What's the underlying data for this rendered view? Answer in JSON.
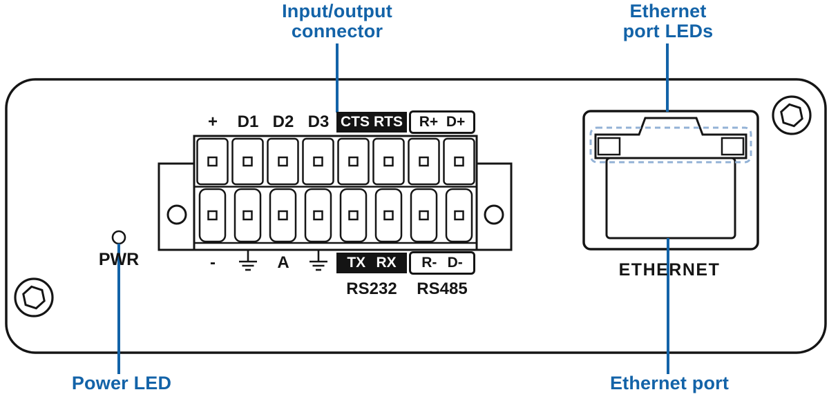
{
  "colors": {
    "accent": "#1363A8",
    "dash": "#93B2D6",
    "ink": "#151515"
  },
  "callouts": {
    "io_connector_line1": "Input/output",
    "io_connector_line2": "connector",
    "ethernet_leds_line1": "Ethernet",
    "ethernet_leds_line2": "port LEDs",
    "power_led": "Power LED",
    "ethernet_port": "Ethernet port"
  },
  "panel": {
    "pwr": "PWR",
    "ethernet": "ETHERNET"
  },
  "terminal": {
    "top": [
      "+",
      "D1",
      "D2",
      "D3",
      "CTS",
      "RTS",
      "R+",
      "D+"
    ],
    "bottom": [
      "-",
      "A",
      "TX",
      "RX",
      "R-",
      "D-"
    ],
    "serial": [
      "RS232",
      "RS485"
    ]
  }
}
